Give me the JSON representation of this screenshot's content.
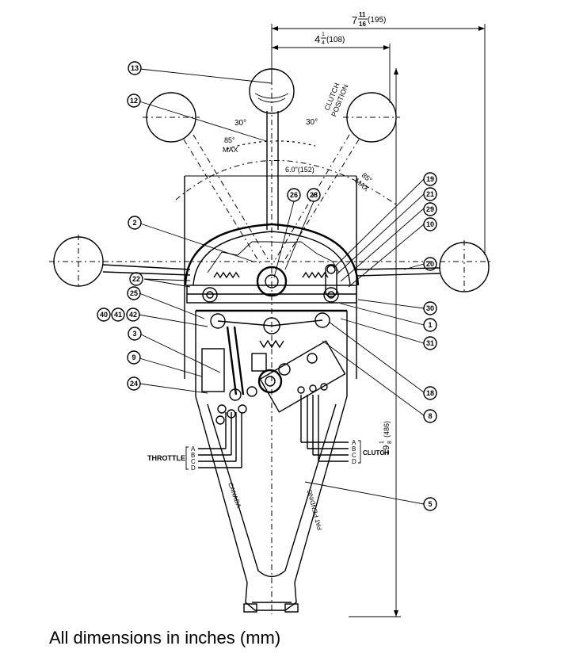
{
  "caption": "All dimensions in inches (mm)",
  "dimensions": {
    "overall_width_whole": "7",
    "overall_width_frac_num": "11",
    "overall_width_frac_den": "16",
    "overall_width_mm": "(195)",
    "half_width_whole": "4",
    "half_width_frac_num": "1",
    "half_width_frac_den": "4",
    "half_width_mm": "(108)",
    "body_width": "6.0\"(152)",
    "height_whole": "19",
    "height_frac_num": "1",
    "height_frac_den": "8",
    "height_mm": "(486)"
  },
  "angles": {
    "left_30": "30°",
    "right_30": "30°",
    "left_85": "85°",
    "left_max": "MAX",
    "right_85": "85°",
    "right_max": "MAX"
  },
  "labels": {
    "clutch_position_1": "CLUTCH",
    "clutch_position_2": "POSITION",
    "throttle": "THROTTLE",
    "clutch": "CLUTCH",
    "canada": "CANADA",
    "pat_pending": "PAT PENDING"
  },
  "throttle_ports": [
    "A",
    "B",
    "C",
    "D"
  ],
  "clutch_ports": [
    "A",
    "B",
    "C",
    "D"
  ],
  "callouts": {
    "c13": "13",
    "c12": "12",
    "c2": "2",
    "c22": "22",
    "c25": "25",
    "c40": "40",
    "c41": "41",
    "c42": "42",
    "c3": "3",
    "c9": "9",
    "c24": "24",
    "c26": "26",
    "c28": "28",
    "c19": "19",
    "c21": "21",
    "c29": "29",
    "c10": "10",
    "c20": "20",
    "c30": "30",
    "c1": "1",
    "c31": "31",
    "c18": "18",
    "c8": "8",
    "c5": "5"
  },
  "icons": [
    "control-lever-knob-icon",
    "bolt-icon",
    "spring-icon"
  ]
}
